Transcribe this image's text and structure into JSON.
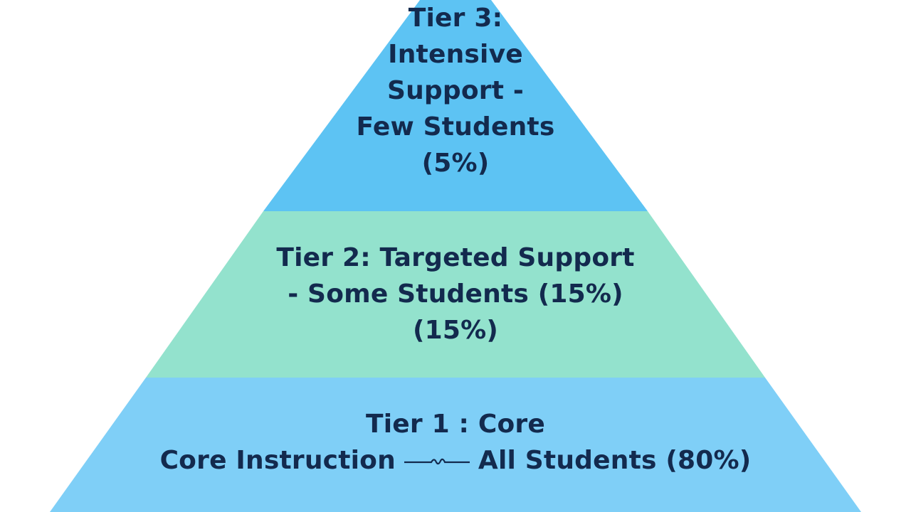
{
  "diagram": {
    "tiers": [
      {
        "id": "tier3",
        "lines": [
          "Tier 3:",
          "Intensive",
          "Support -",
          "Few Students",
          "(5%)"
        ],
        "color": "#5dc3f3"
      },
      {
        "id": "tier2",
        "lines": [
          "Tier 2: Targeted Support",
          "- Some Students (15%)",
          "(15%)"
        ],
        "color": "#93e2cd"
      },
      {
        "id": "tier1",
        "lines": [
          "Tier 1 : Core",
          "Core Instruction",
          "All Students  (80%)"
        ],
        "color": "#7fcff7"
      }
    ],
    "text_color": "#132a4e"
  }
}
